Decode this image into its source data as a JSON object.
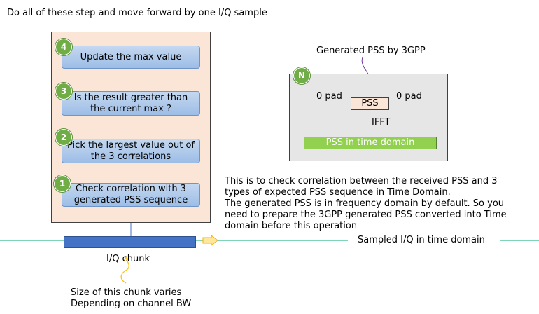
{
  "header": "Do all of these step and move forward by one I/Q sample",
  "steps": [
    {
      "number": "1",
      "label": "Check correlation with 3 generated PSS sequence"
    },
    {
      "number": "2",
      "label": "Pick the largest value out of the 3 correlations"
    },
    {
      "number": "3",
      "label": "Is the result greater than the current max ?"
    },
    {
      "number": "4",
      "label": "Update the max value"
    }
  ],
  "pss_diagram": {
    "source_label": "Generated PSS by 3GPP",
    "badge": "N",
    "left_pad": "0 pad",
    "right_pad": "0 pad",
    "pss_label": "PSS",
    "transform_label": "IFFT",
    "output_label": "PSS in time domain"
  },
  "description": {
    "line1": "This is to check correlation between the received PSS and 3",
    "line2": "types of expected PSS sequence in Time Domain.",
    "line3": "The generated PSS is in frequency domain by default. So you",
    "line4": "need to prepare the 3GPP generated PSS converted into Time",
    "line5": "domain before this operation"
  },
  "timeline": {
    "sampled_label": "Sampled I/Q in time domain",
    "chunk_label": "I/Q chunk",
    "chunk_note_line1": "Size of this chunk varies",
    "chunk_note_line2": "Depending on channel BW"
  },
  "colors": {
    "step_panel": "#fbe5d6",
    "step_box": "#9dbde6",
    "step_badge": "#70ad47",
    "pss_panel": "#e7e6e6",
    "time_domain_box": "#92d050",
    "iq_chunk": "#4472c4",
    "timeline_line": "#00a86b"
  }
}
